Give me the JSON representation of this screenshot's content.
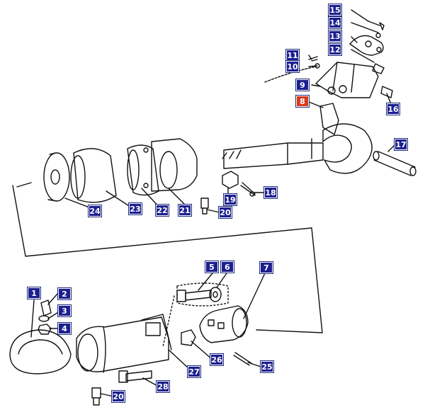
{
  "diagram": {
    "colors": {
      "badge": "#1c1f8f",
      "badge_highlight": "#d83a1c",
      "ink": "#111111"
    },
    "parts": [
      {
        "label": "15",
        "highlight": false
      },
      {
        "label": "14",
        "highlight": false
      },
      {
        "label": "13",
        "highlight": false
      },
      {
        "label": "12",
        "highlight": false
      },
      {
        "label": "11",
        "highlight": false
      },
      {
        "label": "10",
        "highlight": false
      },
      {
        "label": "9",
        "highlight": false
      },
      {
        "label": "8",
        "highlight": true
      },
      {
        "label": "16",
        "highlight": false
      },
      {
        "label": "17",
        "highlight": false
      },
      {
        "label": "18",
        "highlight": false
      },
      {
        "label": "19",
        "highlight": false
      },
      {
        "label": "20",
        "highlight": false
      },
      {
        "label": "21",
        "highlight": false
      },
      {
        "label": "22",
        "highlight": false
      },
      {
        "label": "23",
        "highlight": false
      },
      {
        "label": "24",
        "highlight": false
      },
      {
        "label": "5",
        "highlight": false
      },
      {
        "label": "6",
        "highlight": false
      },
      {
        "label": "7",
        "highlight": false
      },
      {
        "label": "1",
        "highlight": false
      },
      {
        "label": "2",
        "highlight": false
      },
      {
        "label": "3",
        "highlight": false
      },
      {
        "label": "4",
        "highlight": false
      },
      {
        "label": "27",
        "highlight": false
      },
      {
        "label": "26",
        "highlight": false
      },
      {
        "label": "25",
        "highlight": false
      },
      {
        "label": "28",
        "highlight": false
      },
      {
        "label": "20",
        "highlight": false
      }
    ]
  }
}
